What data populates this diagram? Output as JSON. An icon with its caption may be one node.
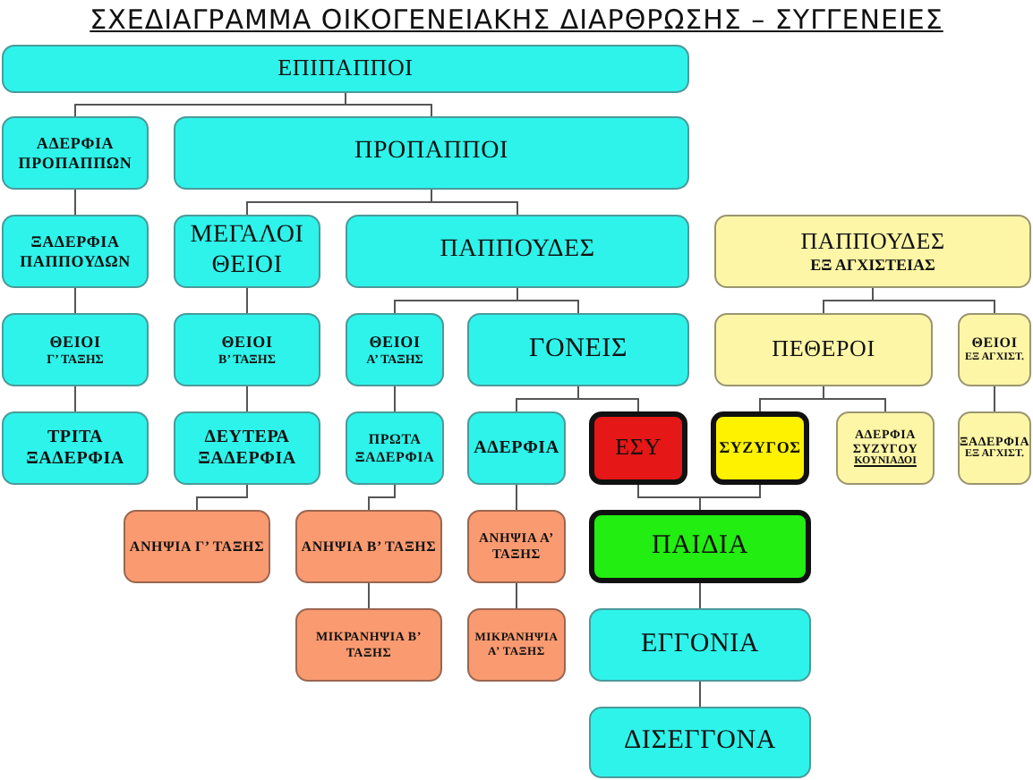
{
  "diagram": {
    "title": "ΣΧΕΔΙΑΓΡΑΜΜΑ ΟΙΚΟΓΕΝΕΙΑΚΗΣ ΔΙΑΡΘΡΩΣΗΣ – ΣΥΓΓΕΝΕΙΕΣ",
    "nodes": [
      {
        "text": [
          "ΕΠΙΠΑΠΠΟΙ"
        ]
      },
      {
        "text": [
          "ΑΔΕΡΦΙΑ ΠΡΟΠΑΠΠΩΝ"
        ]
      },
      {
        "text": [
          "ΠΡΟΠΑΠΠΟΙ"
        ]
      },
      {
        "text": [
          "ΞΑΔΕΡΦΙΑ ΠΑΠΠΟΥΔΩΝ"
        ]
      },
      {
        "text": [
          "ΜΕΓΑΛΟΙ ΘΕΙΟΙ"
        ]
      },
      {
        "text": [
          "ΠΑΠΠΟΥΔΕΣ"
        ]
      },
      {
        "text": [
          "ΠΑΠΠΟΥΔΕΣ",
          "ΕΞ ΑΓΧΙΣΤΕΙΑΣ"
        ]
      },
      {
        "text": [
          "ΘΕΙΟΙ",
          "Γ’ ΤΑΞΗΣ"
        ]
      },
      {
        "text": [
          "ΘΕΙΟΙ",
          "Β’ ΤΑΞΗΣ"
        ]
      },
      {
        "text": [
          "ΘΕΙΟΙ",
          "Α’ ΤΑΞΗΣ"
        ]
      },
      {
        "text": [
          "ΓΟΝΕΙΣ"
        ]
      },
      {
        "text": [
          "ΠΕΘΕΡΟΙ"
        ]
      },
      {
        "text": [
          "ΘΕΙΟΙ",
          "ΕΞ ΑΓΧΙΣΤ."
        ]
      },
      {
        "text": [
          "ΤΡΙΤΑ ΞΑΔΕΡΦΙΑ"
        ]
      },
      {
        "text": [
          "ΔΕΥΤΕΡΑ ΞΑΔΕΡΦΙΑ"
        ]
      },
      {
        "text": [
          "ΠΡΩΤΑ ΞΑΔΕΡΦΙΑ"
        ]
      },
      {
        "text": [
          "ΑΔΕΡΦΙΑ"
        ]
      },
      {
        "text": [
          "ΕΣΥ"
        ]
      },
      {
        "text": [
          "ΣΥΖΥΓΟΣ"
        ]
      },
      {
        "text": [
          "ΑΔΕΡΦΙΑ ΣΥΖΥΓΟΥ",
          "ΚΟΥΝΙΑΔΟΙ"
        ]
      },
      {
        "text": [
          "ΞΑΔΕΡΦΙΑ",
          "ΕΞ ΑΓΧΙΣΤ."
        ]
      },
      {
        "text": [
          "ΑΝΗΨΙΑ Γ’ ΤΑΞΗΣ"
        ]
      },
      {
        "text": [
          "ΑΝΗΨΙΑ Β’ ΤΑΞΗΣ"
        ]
      },
      {
        "text": [
          "ΑΝΗΨΙΑ Α’ ΤΑΞΗΣ"
        ]
      },
      {
        "text": [
          "ΠΑΙΔΙΑ"
        ]
      },
      {
        "text": [
          "ΜΙΚΡΑΝΗΨΙΑ Β’ ΤΑΞΗΣ"
        ]
      },
      {
        "text": [
          "ΜΙΚΡΑΝΗΨΙΑ Α’ ΤΑΞΗΣ"
        ]
      },
      {
        "text": [
          "ΕΓΓΟΝΙΑ"
        ]
      },
      {
        "text": [
          "ΔΙΣΕΓΓΟΝΑ"
        ]
      }
    ],
    "edges": [
      {
        "from": 0,
        "to": 1,
        "arrow": "none"
      },
      {
        "from": 0,
        "to": 2,
        "arrow": "none"
      },
      {
        "from": 1,
        "to": 3,
        "arrow": "none"
      },
      {
        "from": 2,
        "to": 4,
        "arrow": "none"
      },
      {
        "from": 2,
        "to": 5,
        "arrow": "none"
      },
      {
        "from": 3,
        "to": 7,
        "arrow": "none"
      },
      {
        "from": 4,
        "to": 8,
        "arrow": "none"
      },
      {
        "from": 5,
        "to": 9,
        "arrow": "none"
      },
      {
        "from": 5,
        "to": 10,
        "arrow": "none"
      },
      {
        "from": 6,
        "to": 11,
        "arrow": "none"
      },
      {
        "from": 6,
        "to": 12,
        "arrow": "none"
      },
      {
        "from": 7,
        "to": 13,
        "arrow": "none"
      },
      {
        "from": 8,
        "to": 14,
        "arrow": "none"
      },
      {
        "from": 9,
        "to": 15,
        "arrow": "none"
      },
      {
        "from": 10,
        "to": 16,
        "arrow": "none"
      },
      {
        "from": 10,
        "to": 17,
        "arrow": "none"
      },
      {
        "from": 11,
        "to": 18,
        "arrow": "none"
      },
      {
        "from": 11,
        "to": 19,
        "arrow": "none"
      },
      {
        "from": 12,
        "to": 20,
        "arrow": "none"
      },
      {
        "from": 14,
        "to": 21,
        "arrow": "none"
      },
      {
        "from": 15,
        "to": 22,
        "arrow": "none"
      },
      {
        "from": 16,
        "to": 23,
        "arrow": "none"
      },
      {
        "from": 17,
        "to": 24,
        "arrow": "none"
      },
      {
        "from": 18,
        "to": 24,
        "arrow": "none"
      },
      {
        "from": 22,
        "to": 25,
        "arrow": "none"
      },
      {
        "from": 23,
        "to": 26,
        "arrow": "none"
      },
      {
        "from": 24,
        "to": 27,
        "arrow": "none"
      },
      {
        "from": 27,
        "to": 28,
        "arrow": "none"
      }
    ]
  }
}
